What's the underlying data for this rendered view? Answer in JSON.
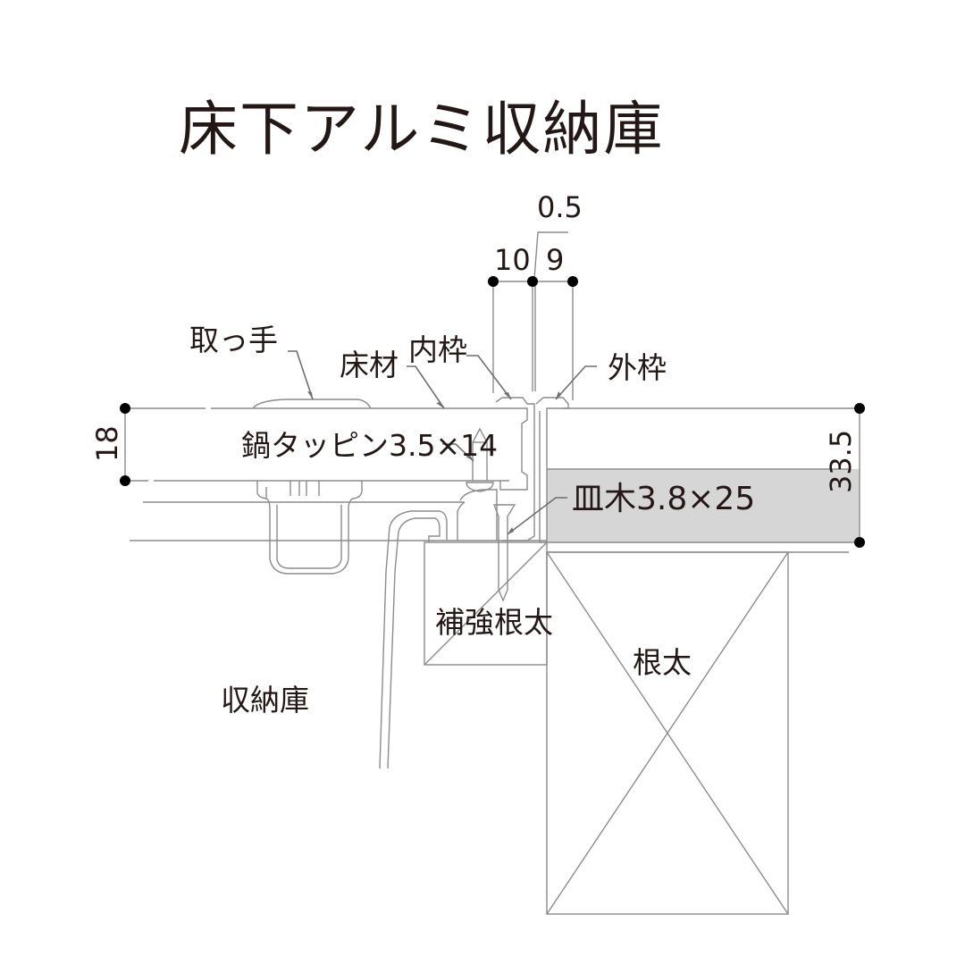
{
  "title": "床下アルミ収納庫",
  "dimensions": {
    "top_gap": "0.5",
    "inner_frame_width": "10",
    "outer_frame_width": "9",
    "floor_thickness": "18",
    "total_height": "33.5"
  },
  "labels": {
    "handle": "取っ手",
    "flooring": "床材",
    "inner_frame": "内枠",
    "outer_frame": "外枠",
    "screw": "鍋タッピン3.5×14",
    "ledger": "皿木3.8×25",
    "reinforcing_joist": "補強根太",
    "joist": "根太",
    "storage": "収納庫"
  },
  "colors": {
    "line": "#8c8c8c",
    "ledger_fill": "#d6d6d6",
    "text": "#231815"
  }
}
